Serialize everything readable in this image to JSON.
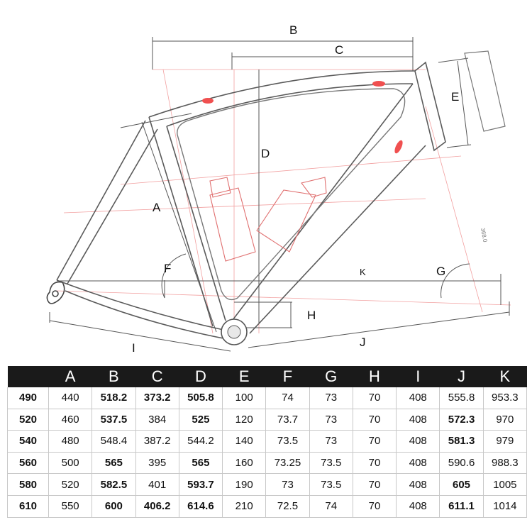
{
  "diagram": {
    "labels": {
      "A": "A",
      "B": "B",
      "C": "C",
      "D": "D",
      "E": "E",
      "F": "F",
      "G": "G",
      "H": "H",
      "I": "I",
      "J": "J",
      "K": "K"
    },
    "small_label": "368.0"
  },
  "table": {
    "headers": [
      "",
      "A",
      "B",
      "C",
      "D",
      "E",
      "F",
      "G",
      "H",
      "I",
      "J",
      "K"
    ],
    "rows": [
      [
        "490",
        "440",
        "518.2",
        "373.2",
        "505.8",
        "100",
        "74",
        "73",
        "70",
        "408",
        "555.8",
        "953.3"
      ],
      [
        "520",
        "460",
        "537.5",
        "384",
        "525",
        "120",
        "73.7",
        "73",
        "70",
        "408",
        "572.3",
        "970"
      ],
      [
        "540",
        "480",
        "548.4",
        "387.2",
        "544.2",
        "140",
        "73.5",
        "73",
        "70",
        "408",
        "581.3",
        "979"
      ],
      [
        "560",
        "500",
        "565",
        "395",
        "565",
        "160",
        "73.25",
        "73.5",
        "70",
        "408",
        "590.6",
        "988.3"
      ],
      [
        "580",
        "520",
        "582.5",
        "401",
        "593.7",
        "190",
        "73",
        "73.5",
        "70",
        "408",
        "605",
        "1005"
      ],
      [
        "610",
        "550",
        "600",
        "406.2",
        "614.6",
        "210",
        "72.5",
        "74",
        "70",
        "408",
        "611.1",
        "1014"
      ]
    ]
  }
}
